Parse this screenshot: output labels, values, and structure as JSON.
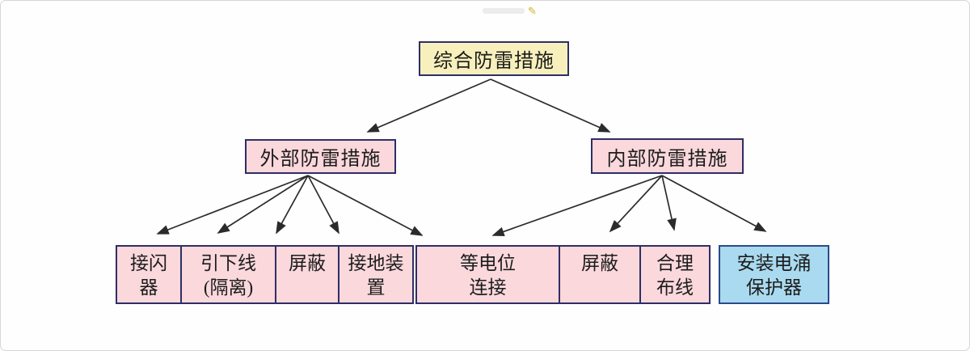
{
  "diagram": {
    "title_node": {
      "label": "综合防雷措施"
    },
    "level2": [
      {
        "id": "external",
        "label": "外部防雷措施"
      },
      {
        "id": "internal",
        "label": "内部防雷措施"
      }
    ],
    "leaves": [
      {
        "label": "接闪器",
        "line1": "接闪",
        "line2": "器"
      },
      {
        "label": "引下线(隔离)",
        "line1": "引下线",
        "line2": "(隔离)"
      },
      {
        "label": "屏蔽",
        "line1": "屏蔽",
        "line2": ""
      },
      {
        "label": "接地装置",
        "line1": "接地装",
        "line2": "置"
      },
      {
        "label": "等电位连接",
        "line1": "等电位",
        "line2": "连接"
      },
      {
        "label": "屏蔽",
        "line1": "屏蔽",
        "line2": ""
      },
      {
        "label": "合理布线",
        "line1": "合理",
        "line2": "布线"
      },
      {
        "label": "安装电涌保护器",
        "line1": "安装电涌",
        "line2": "保护器"
      }
    ],
    "edges": [
      {
        "from": "综合防雷措施",
        "to": "外部防雷措施"
      },
      {
        "from": "综合防雷措施",
        "to": "内部防雷措施"
      },
      {
        "from": "外部防雷措施",
        "to": "接闪器"
      },
      {
        "from": "外部防雷措施",
        "to": "引下线(隔离)"
      },
      {
        "from": "外部防雷措施",
        "to": "屏蔽"
      },
      {
        "from": "外部防雷措施",
        "to": "接地装置"
      },
      {
        "from": "外部防雷措施",
        "to": "等电位连接"
      },
      {
        "from": "内部防雷措施",
        "to": "等电位连接"
      },
      {
        "from": "内部防雷措施",
        "to": "屏蔽"
      },
      {
        "from": "内部防雷措施",
        "to": "合理布线"
      },
      {
        "from": "内部防雷措施",
        "to": "安装电涌保护器"
      }
    ]
  },
  "icons": {
    "edit_pencil": "✎"
  },
  "colors": {
    "root_fill": "#f8f0bc",
    "pink_fill": "#fad8dc",
    "blue_fill": "#aadaef",
    "box_border": "#2e2e66",
    "blue_box_border": "#2a4a8c",
    "arrow": "#2b2b2b"
  }
}
